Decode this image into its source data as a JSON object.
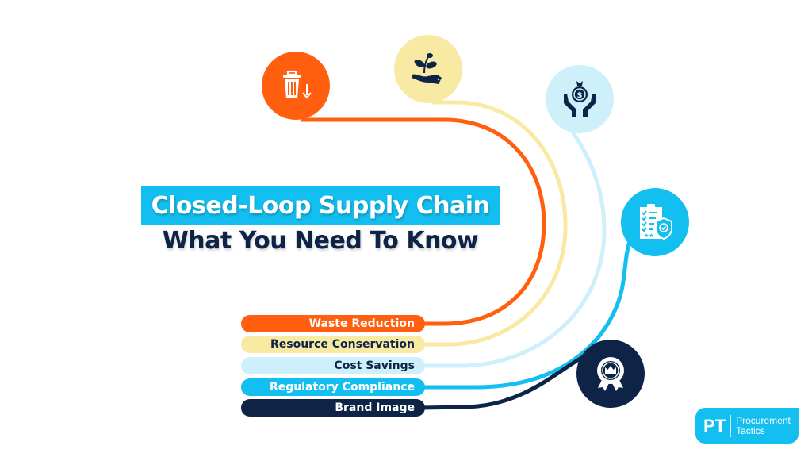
{
  "title": {
    "main": "Closed-Loop Supply Chain",
    "subtitle": "What You Need To Know"
  },
  "items": [
    {
      "label": "Waste Reduction",
      "color": "#ff5f0f",
      "text_color": "#ffffff",
      "icon": "trash-recycle-icon"
    },
    {
      "label": "Resource Conservation",
      "color": "#f8e9a3",
      "text_color": "#0d2447",
      "icon": "hand-plant-icon"
    },
    {
      "label": "Cost Savings",
      "color": "#cdf0fb",
      "text_color": "#0d2447",
      "icon": "hands-money-bag-icon"
    },
    {
      "label": "Regulatory Compliance",
      "color": "#13bff0",
      "text_color": "#ffffff",
      "icon": "clipboard-shield-icon"
    },
    {
      "label": "Brand Image",
      "color": "#0d2447",
      "text_color": "#ffffff",
      "icon": "award-crown-icon"
    }
  ],
  "logo": {
    "initials": "PT",
    "line1": "Procurement",
    "line2": "Tactics"
  },
  "colors": {
    "orange": "#ff5f0f",
    "yellow": "#f8e9a3",
    "light_blue": "#cdf0fb",
    "cyan": "#13bff0",
    "navy": "#0d2447"
  }
}
